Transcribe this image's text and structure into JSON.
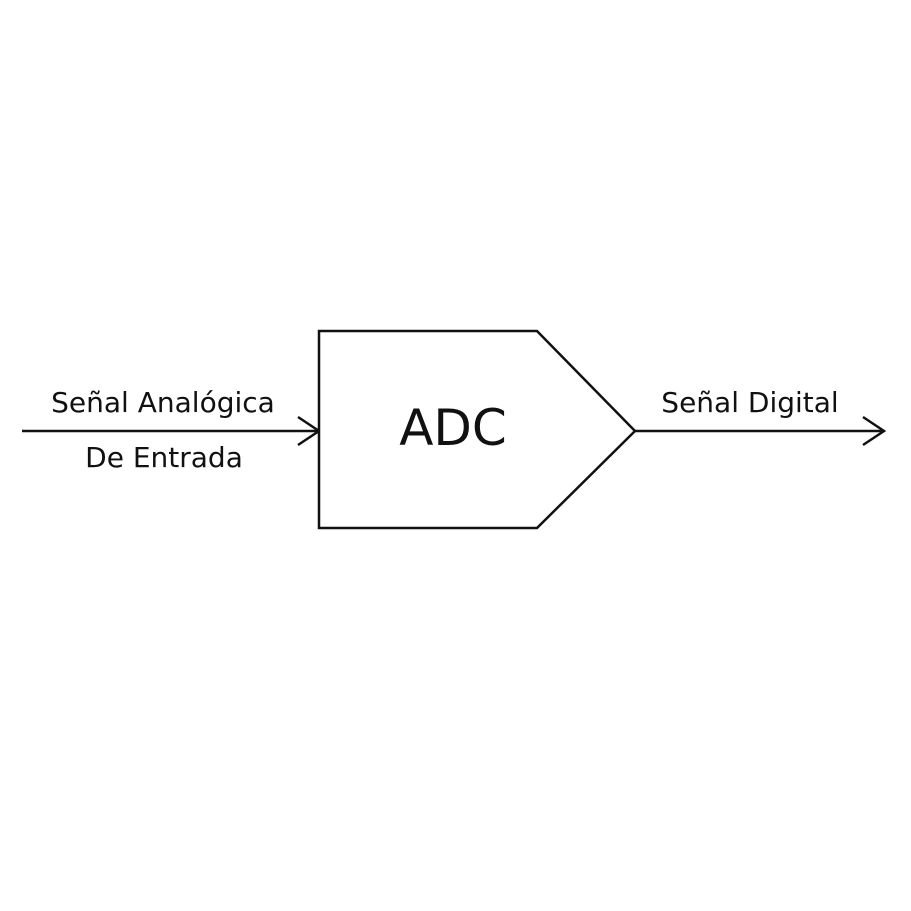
{
  "diagram": {
    "block": {
      "label": "ADC"
    },
    "input": {
      "line1": "Señal Analógica",
      "line2": "De Entrada"
    },
    "output": {
      "label": "Señal Digital"
    },
    "colors": {
      "stroke": "#111111",
      "background": "#ffffff"
    }
  }
}
